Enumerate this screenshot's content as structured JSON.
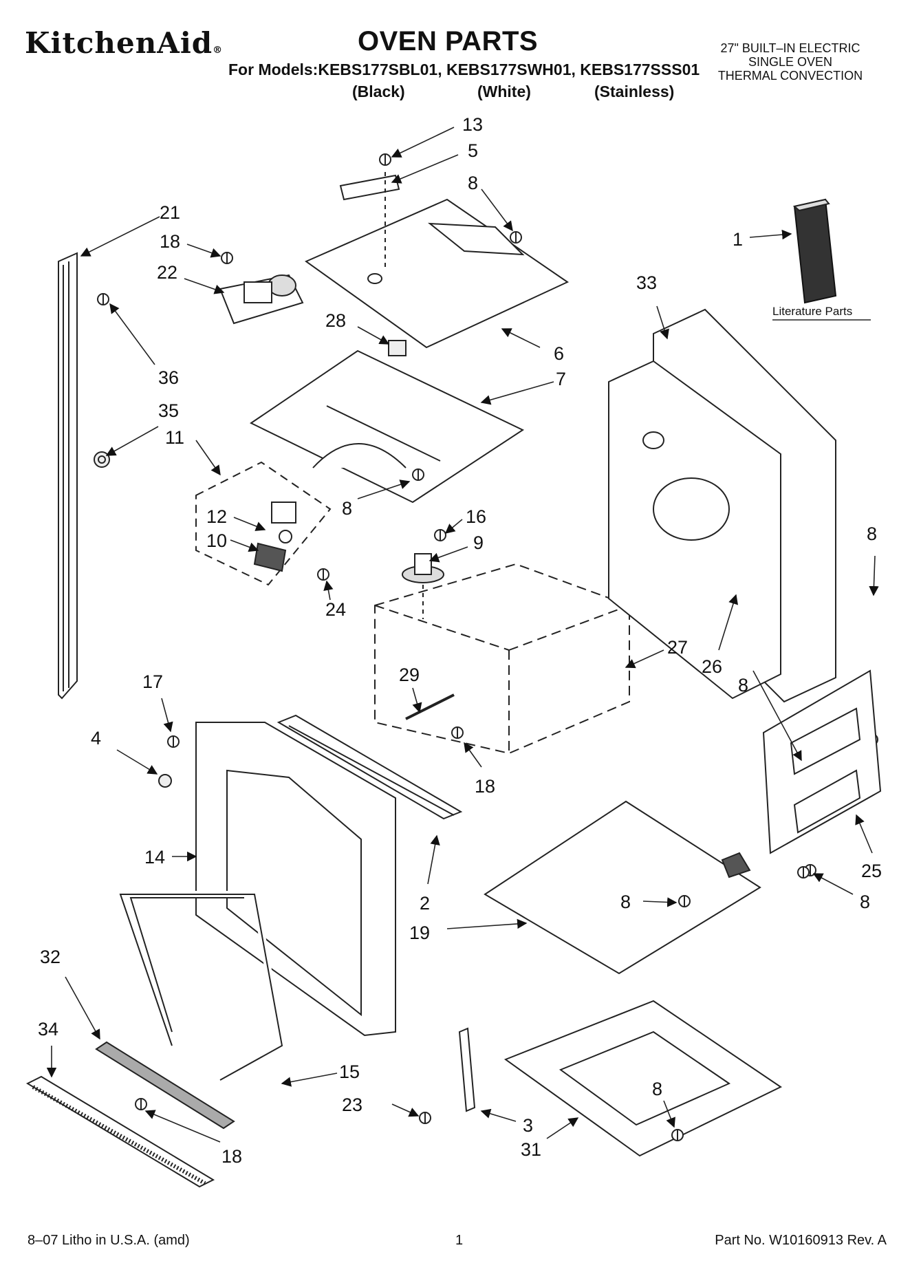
{
  "header": {
    "brand": "KitchenAid",
    "brand_mark": "®",
    "title": "OVEN PARTS",
    "models_line": "For Models:KEBS177SBL01, KEBS177SWH01, KEBS177SSS01",
    "variants": [
      "(Black)",
      "(White)",
      "(Stainless)"
    ],
    "spec_lines": [
      "27\" BUILT–IN ELECTRIC",
      "SINGLE OVEN",
      "THERMAL CONVECTION"
    ]
  },
  "literature_label": "Literature Parts",
  "callouts": [
    "13",
    "5",
    "8",
    "21",
    "18",
    "22",
    "1",
    "33",
    "28",
    "6",
    "7",
    "36",
    "35",
    "11",
    "12",
    "10",
    "8",
    "16",
    "9",
    "24",
    "8",
    "27",
    "26",
    "8",
    "17",
    "29",
    "4",
    "18",
    "14",
    "25",
    "2",
    "8",
    "8",
    "19",
    "32",
    "34",
    "15",
    "23",
    "3",
    "8",
    "31",
    "18"
  ],
  "footer": {
    "left": "8–07 Litho in U.S.A. (amd)",
    "center": "1",
    "right": "Part No. W10160913 Rev. A"
  }
}
